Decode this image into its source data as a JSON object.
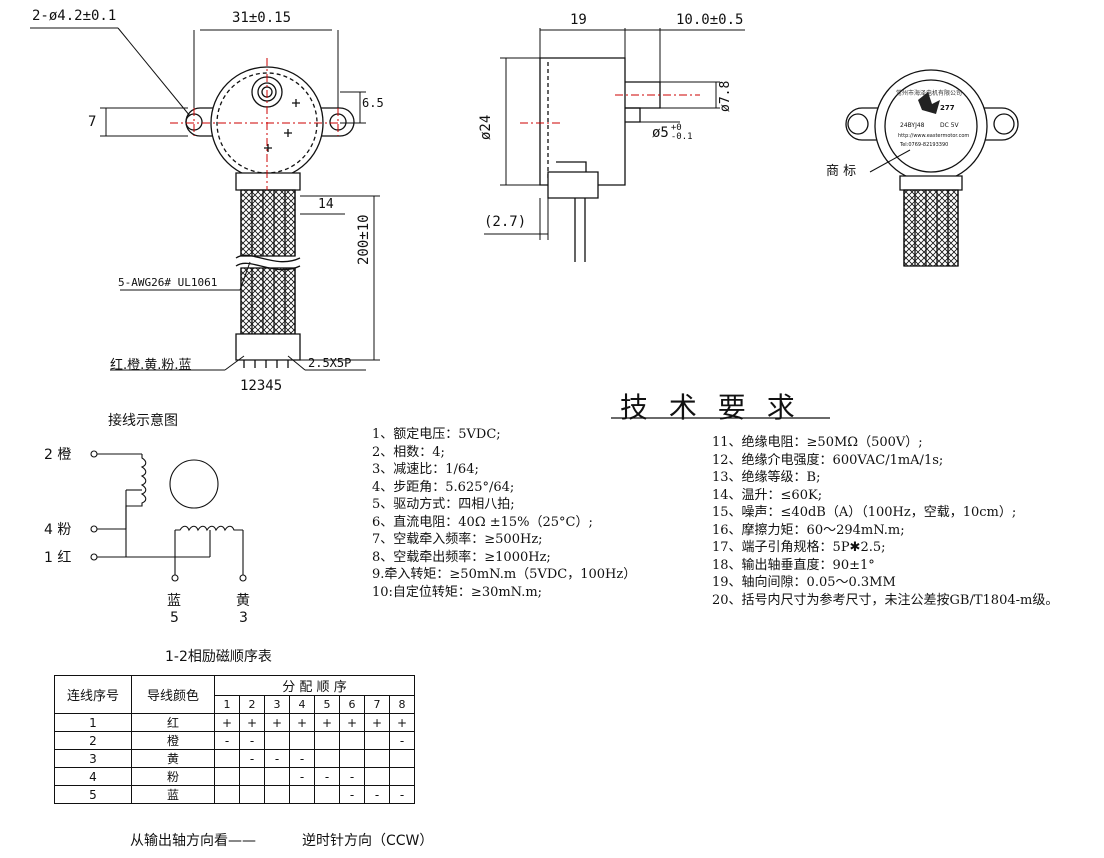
{
  "dims": {
    "hole": "2-ø4.2±0.1",
    "width": "31±0.15",
    "d7": "7",
    "d65": "6.5",
    "d14": "14",
    "d200": "200±10",
    "wire": "5-AWG26# UL1061",
    "colors": "红.橙.黄.粉.蓝",
    "pins": "12345",
    "pitch": "2.5X5P",
    "d19": "19",
    "d10": "10.0±0.5",
    "d24": "ø24",
    "d78": "ø7.8",
    "d5": "ø5",
    "d5tol_up": "+0",
    "d5tol_dn": "-0.1",
    "d27": "(2.7)",
    "trademark": "商 标"
  },
  "label": {
    "maker": "常州市海泽电机有限公司",
    "model": "24BYJ48",
    "voltage": "DC 5V",
    "brand": "277",
    "tel": "Tel:0769-82193390",
    "web": "http://www.eastermotor.com"
  },
  "tech_title": "技 术 要 求",
  "specs_left": [
    "1、额定电压：5VDC;",
    "2、相数：4;",
    "3、减速比：1/64;",
    "4、步距角：5.625°/64;",
    "5、驱动方式：四相八拍;",
    "6、直流电阻：40Ω ±15%（25°C）;",
    "7、空载牵入频率：≥500Hz;",
    "8、空载牵出频率：≥1000Hz;",
    "9.牵入转矩：≥50mN.m（5VDC，100Hz）",
    "10:自定位转矩：≥30mN.m;"
  ],
  "specs_right": [
    "11、绝缘电阻：≥50MΩ（500V）;",
    "12、绝缘介电强度：600VAC/1mA/1s;",
    "13、绝缘等级：B;",
    "14、温升：≤60K;",
    "15、噪声：≤40dB（A）（100Hz，空载，10cm）;",
    "16、摩擦力矩：60～294mN.m;",
    "17、端子引角规格：5P✱2.5;",
    "18、输出轴垂直度：90±1°",
    "19、轴向间隙：0.05～0.3MM",
    "20、括号内尺寸为参考尺寸，未注公差按GB/T1804-m级。"
  ],
  "wiring": {
    "title": "接线示意图",
    "pin2": "2 橙",
    "pin4": "4 粉",
    "pin1": "1 红",
    "blue": "蓝",
    "blue_num": "5",
    "yellow": "黄",
    "yellow_num": "3"
  },
  "seq_table": {
    "title": "1-2相励磁顺序表",
    "h_no": "连线序号",
    "h_color": "导线颜色",
    "h_order": "分 配 顺 序",
    "steps": [
      "1",
      "2",
      "3",
      "4",
      "5",
      "6",
      "7",
      "8"
    ],
    "rows": [
      {
        "no": "1",
        "color": "红",
        "cells": [
          "+",
          "+",
          "+",
          "+",
          "+",
          "+",
          "+",
          "+"
        ]
      },
      {
        "no": "2",
        "color": "橙",
        "cells": [
          "-",
          "-",
          "",
          "",
          "",
          "",
          "",
          "-"
        ]
      },
      {
        "no": "3",
        "color": "黄",
        "cells": [
          "",
          "-",
          "-",
          "-",
          "",
          "",
          "",
          ""
        ]
      },
      {
        "no": "4",
        "color": "粉",
        "cells": [
          "",
          "",
          "",
          "-",
          "-",
          "-",
          "",
          ""
        ]
      },
      {
        "no": "5",
        "color": "蓝",
        "cells": [
          "",
          "",
          "",
          "",
          "",
          "-",
          "-",
          "-"
        ]
      }
    ],
    "footer_a": "从输出轴方向看——",
    "footer_b": "逆时针方向（CCW）"
  }
}
